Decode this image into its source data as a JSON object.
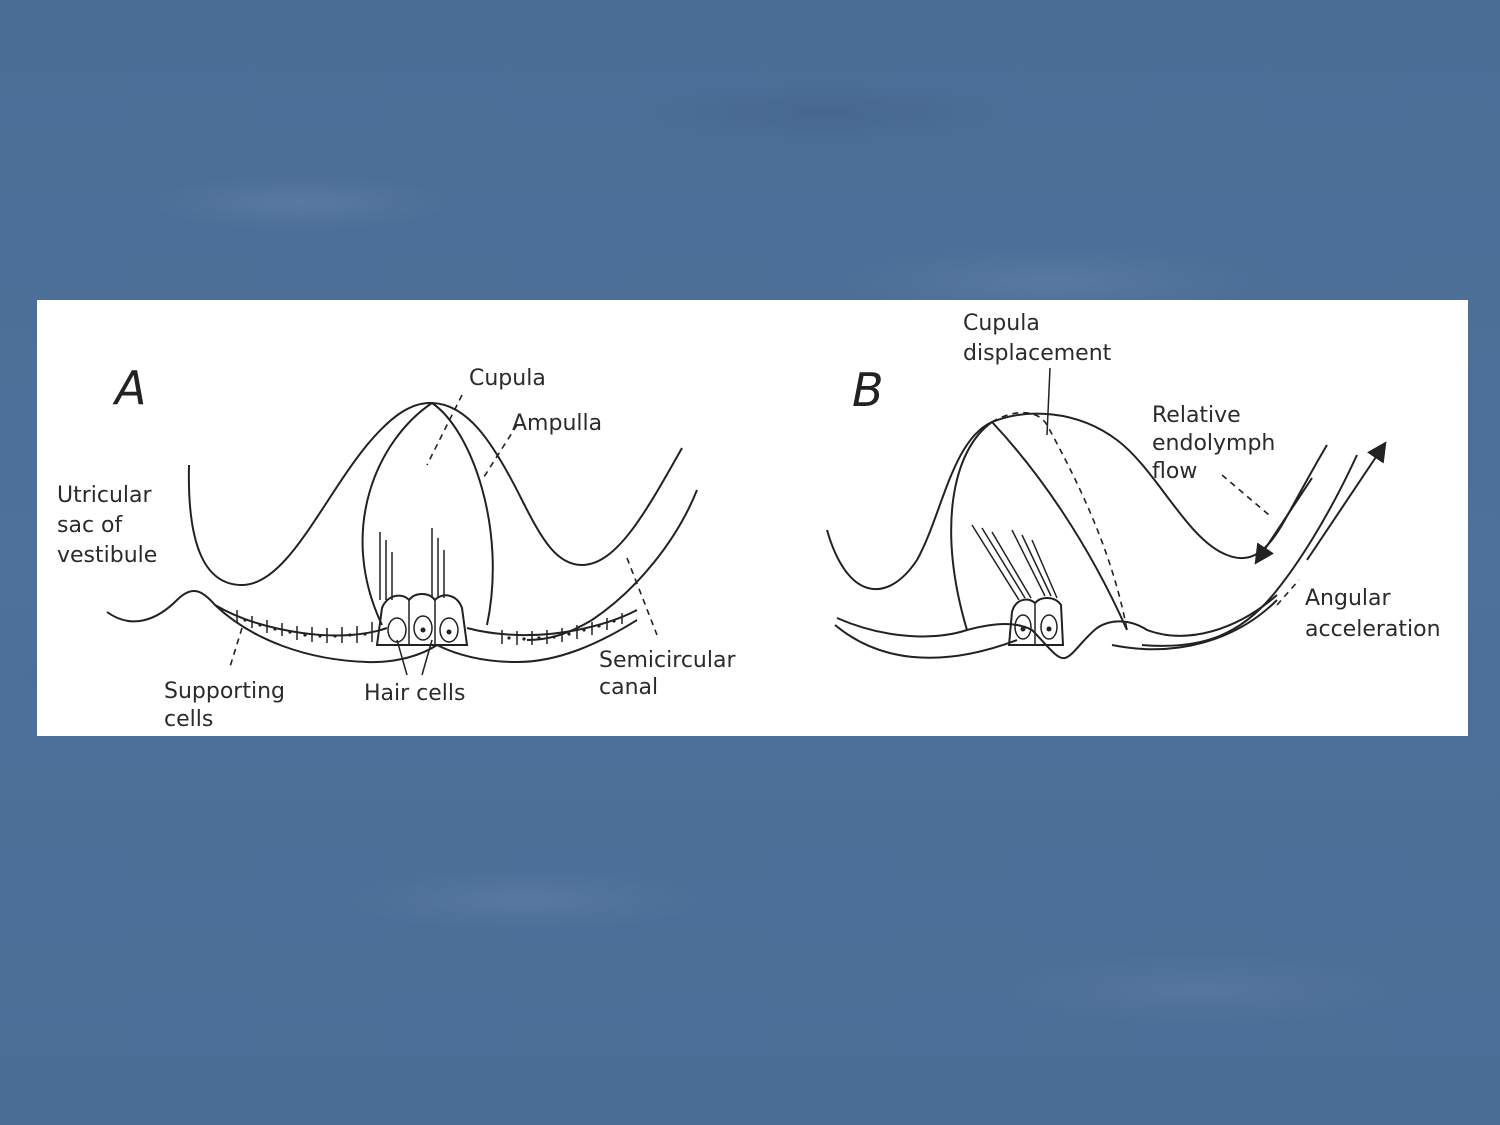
{
  "figure": {
    "panel_a": {
      "letter": "A",
      "labels": {
        "cupula": "Cupula",
        "ampulla": "Ampulla",
        "utricular_line1": "Utricular",
        "utricular_line2": "sac of",
        "utricular_line3": "vestibule",
        "supporting_line1": "Supporting",
        "supporting_line2": "cells",
        "hair_cells": "Hair cells",
        "semicircular_line1": "Semicircular",
        "semicircular_line2": "canal"
      }
    },
    "panel_b": {
      "letter": "B",
      "labels": {
        "cupula_line1": "Cupula",
        "cupula_line2": "displacement",
        "relative_line1": "Relative",
        "relative_line2": "endolymph",
        "relative_line3": "flow",
        "angular_line1": "Angular",
        "angular_line2": "acceleration"
      }
    }
  }
}
